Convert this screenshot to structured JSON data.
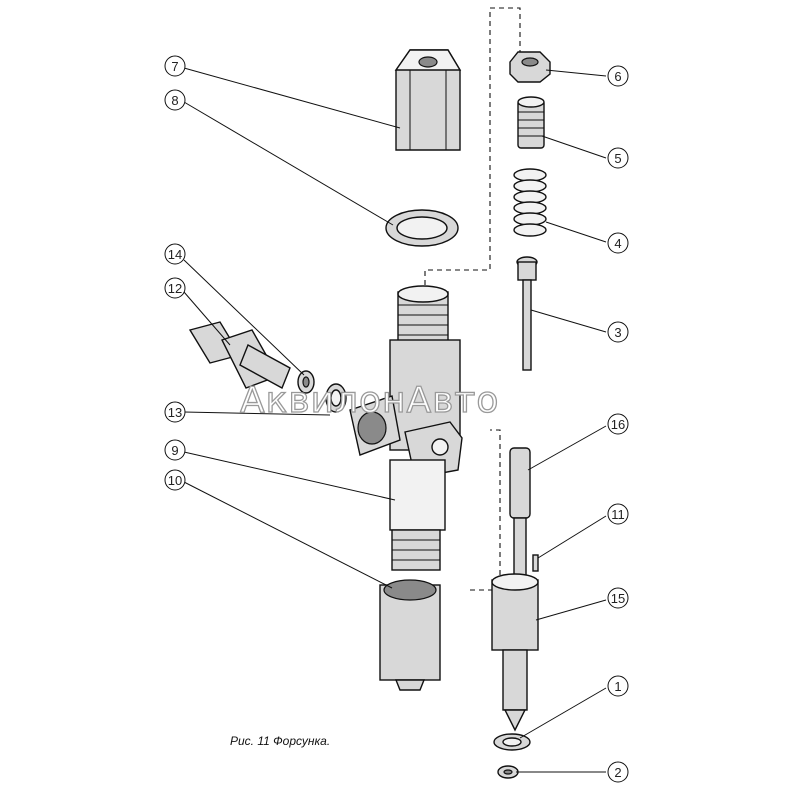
{
  "caption": "Рис. 11 Форсунка.",
  "watermark": "АквилонАвто",
  "callouts": {
    "n1": "1",
    "n2": "2",
    "n3": "3",
    "n4": "4",
    "n5": "5",
    "n6": "6",
    "n7": "7",
    "n8": "8",
    "n9": "9",
    "n10": "10",
    "n11": "11",
    "n12": "12",
    "n13": "13",
    "n14": "14",
    "n15": "15",
    "n16": "16"
  }
}
